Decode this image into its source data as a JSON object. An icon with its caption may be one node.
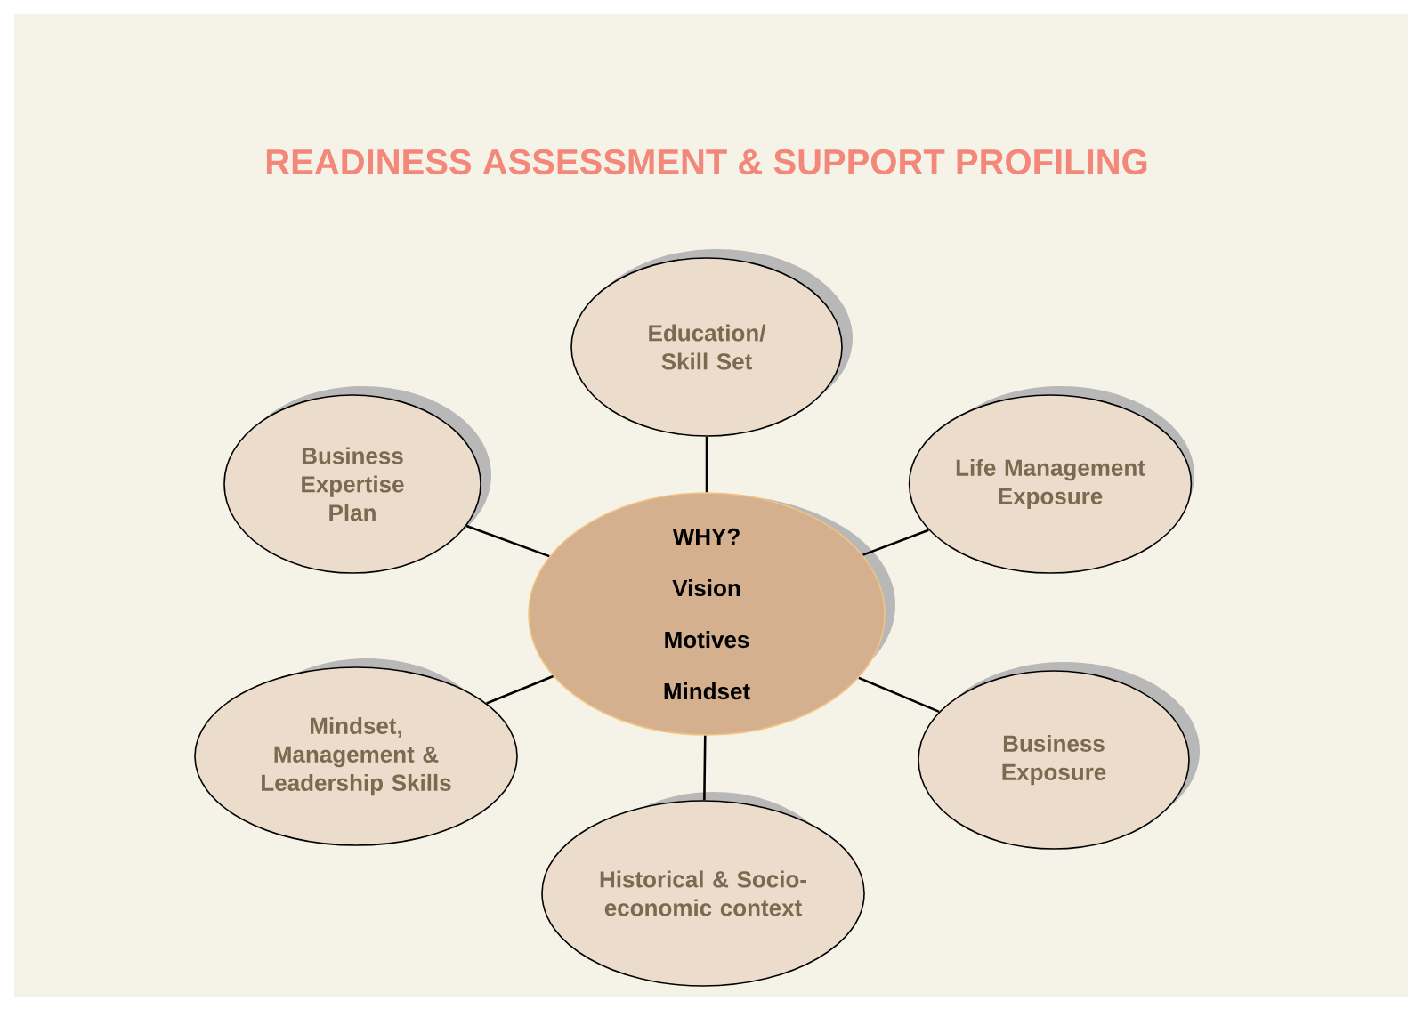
{
  "diagram": {
    "title": "READINESS ASSESSMENT & SUPPORT PROFILING",
    "nodes": [
      {
        "text": [
          "Education/ Skill Set"
        ]
      },
      {
        "text": [
          "Business Expertise Plan"
        ]
      },
      {
        "text": [
          "Life Management Exposure"
        ]
      },
      {
        "text": [
          "WHY?",
          "Vision",
          "Motives",
          "Mindset"
        ]
      },
      {
        "text": [
          "Mindset, Management & Leadership Skills"
        ]
      },
      {
        "text": [
          "Business Exposure"
        ]
      },
      {
        "text": [
          "Historical & Socio-economic context"
        ]
      }
    ],
    "edges": [
      {
        "from": 3,
        "to": 0,
        "arrow": "none"
      },
      {
        "from": 3,
        "to": 1,
        "arrow": "none"
      },
      {
        "from": 3,
        "to": 2,
        "arrow": "none"
      },
      {
        "from": 3,
        "to": 4,
        "arrow": "none"
      },
      {
        "from": 3,
        "to": 5,
        "arrow": "none"
      },
      {
        "from": 3,
        "to": 6,
        "arrow": "none"
      }
    ]
  }
}
